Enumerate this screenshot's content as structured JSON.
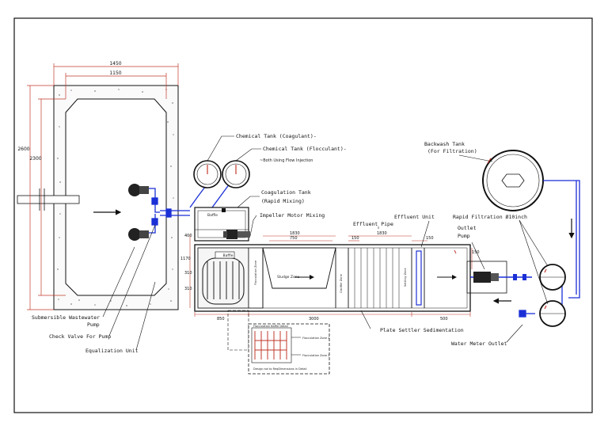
{
  "dims": {
    "outer_width": "1450",
    "inner_width": "1150",
    "outer_height": "2600",
    "inner_height": "2300",
    "d_850": "850",
    "d_1830a": "1830",
    "d_750": "750",
    "d_1830b": "1830",
    "d_150a": "150",
    "d_150b": "150",
    "d_150c": "150",
    "d_400": "400",
    "d_3000": "3000",
    "d_500": "500",
    "d_1170": "1170",
    "d_310a": "310",
    "d_310b": "310"
  },
  "labels": {
    "chem_coag": "Chemical Tank (Coagulant)-",
    "chem_floc": "Chemical Tank (Flocculant)-",
    "both_flow": "~Both Using Flow Injection",
    "coag_tank": "Coagulation Tank",
    "rapid_mixing": "(Rapid Mixing)",
    "impeller": "Impeller Motor Mixing",
    "effluent_pipe": "Effluent Pipe",
    "effluent_unit": "Effluent Unit",
    "outlet_pump_1": "Outlet",
    "outlet_pump_2": "Pump",
    "backwash_1": "Backwash Tank",
    "backwash_2": "(For Filtration)",
    "rapid_filtration": "Rapid Filtration Ø10inch",
    "water_meter": "Water Meter Outlet",
    "plate_settler": "Plate Settler Sedimentation",
    "sub_pump_1": "Submersible Wastewater",
    "sub_pump_2": "Pump",
    "check_valve": "Check Valve For Pump",
    "equalization": "Equalization Unit",
    "baffle_1": "Baffle",
    "baffle_2": "Baffle",
    "sludge_zone": "Sludge Zone",
    "clarifier_zone": "Clarifier Zone",
    "inlet_zone": "Flocculation Zone",
    "settling_zone": "Settling Zone",
    "detail_title": "Flocculation Baffle Detail",
    "detail_zone1": "Flocculation Zone 1",
    "detail_zone2": "Flocculation Zone 2",
    "detail_note": "Design not to ReqDimensions in Detail"
  },
  "colors": {
    "line": "#111111",
    "pipe": "#1a2fd6",
    "dim_red": "#c0392b",
    "concrete": "#777777",
    "motor": "#222222"
  }
}
